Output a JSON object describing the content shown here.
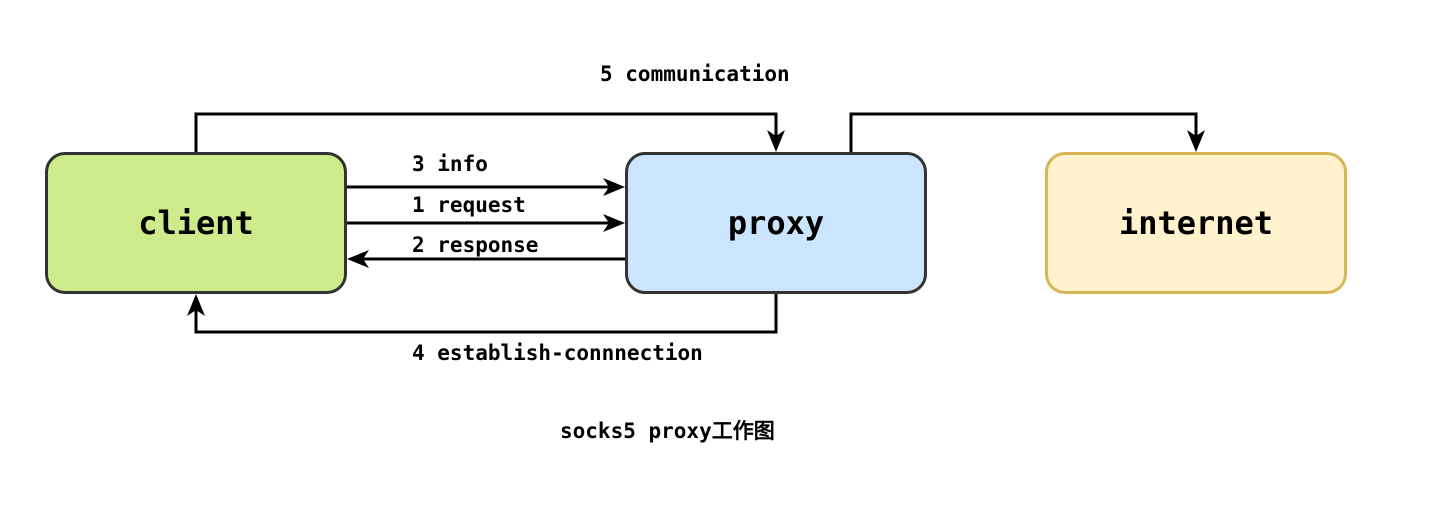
{
  "diagram": {
    "nodes": {
      "client": {
        "label": "client",
        "fill": "#cdeb8b",
        "stroke": "#333333"
      },
      "proxy": {
        "label": "proxy",
        "fill": "#cce5ff",
        "stroke": "#333333"
      },
      "internet": {
        "label": "internet",
        "fill": "#fff2cc",
        "stroke": "#d6b656"
      }
    },
    "edges": {
      "communication": "5 communication",
      "info": "3 info",
      "request": "1 request",
      "response": "2 response",
      "establish": "4 establish-connnection"
    },
    "caption": "socks5 proxy工作图"
  }
}
